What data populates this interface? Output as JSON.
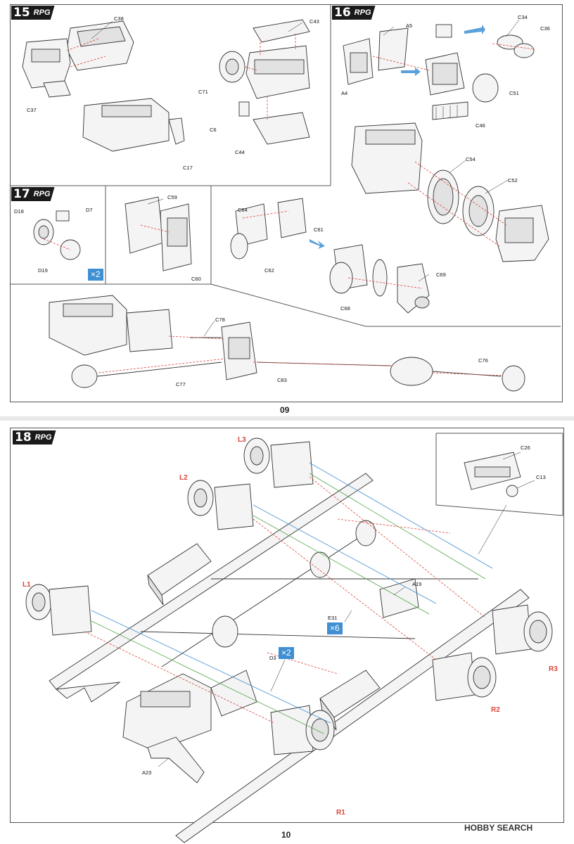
{
  "brand": "RPG",
  "page_top_number": "09",
  "page_bottom_number": "10",
  "watermark": "HOBBY SEARCH",
  "steps": {
    "s15": {
      "num": "15"
    },
    "s16": {
      "num": "16"
    },
    "s17": {
      "num": "17"
    },
    "s18": {
      "num": "18"
    }
  },
  "labels": {
    "c38": "C38",
    "c43": "C43",
    "c37": "C37",
    "c71": "C71",
    "c6": "C6",
    "c44": "C44",
    "c17": "C17",
    "a5": "A5",
    "a4": "A4",
    "c34": "C34",
    "c36": "C36",
    "c51": "C51",
    "c46": "C46",
    "c54": "C54",
    "c52": "C52",
    "d18": "D18",
    "d7": "D7",
    "d19": "D19",
    "c59": "C59",
    "c60": "C60",
    "c64": "C64",
    "c61": "C61",
    "c62": "C62",
    "c69": "C69",
    "c68": "C68",
    "c78": "C78",
    "c77": "C77",
    "c83": "C83",
    "c76": "C76",
    "c26": "C26",
    "c13": "C13",
    "a19": "A19",
    "e31": "E31",
    "d3": "D3",
    "a23": "A23"
  },
  "axle_labels": {
    "l1": "L1",
    "l2": "L2",
    "l3": "L3",
    "r1": "R1",
    "r2": "R2",
    "r3": "R3"
  },
  "quantities": {
    "q17": "×2",
    "qe31": "×6",
    "qd3": "×2"
  },
  "colors": {
    "accent_red": "#d9453a",
    "accent_blue": "#3f8fd2",
    "guide_green": "#58a84e",
    "badge_black": "#1a1a1a"
  }
}
